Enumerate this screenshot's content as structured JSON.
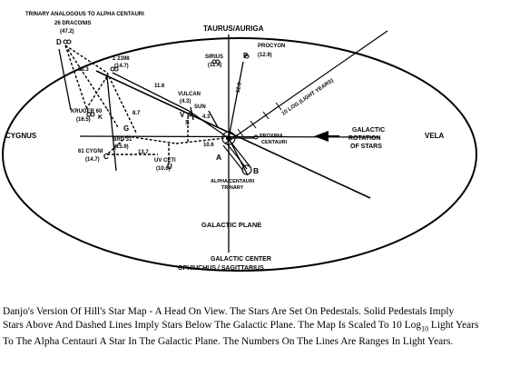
{
  "diagram": {
    "region_labels": {
      "cygnus": "CYGNUS",
      "vela": "VELA",
      "taurus_auriga": "TAURUS/AURIGA",
      "galactic_plane": "GALACTIC PLANE",
      "galactic_center": "GALACTIC CENTER",
      "ophiuchus": "OPHIUCHUS / SAGITTARIUS",
      "galactic_rotation": "GALACTIC ROTATION OF STARS",
      "log_scale": "10 LOG (LIGHT YEARS)",
      "trinary_analogous": "TRINARY ANALOGOUS TO ALPHA CENTAURI"
    },
    "stars": {
      "draconis": {
        "name": "26 DRACONIS",
        "dist": "(47.2)",
        "letter": "D"
      },
      "s2398": {
        "name": "Σ 2398",
        "dist": "(14.7)",
        "letter": "I"
      },
      "procyon": {
        "name": "PROCYON",
        "dist": "(12.9)",
        "letter": "P"
      },
      "sirius": {
        "name": "SIRIUS",
        "dist": "(11.4)"
      },
      "vulcan": {
        "name": "VULCAN",
        "dist": "(4.3)",
        "letter": "V"
      },
      "sun": {
        "name": "SUN",
        "letter": "S"
      },
      "kruger": {
        "name": "KRUGER 60",
        "dist": "(16.5)",
        "letter": "K"
      },
      "brd": {
        "name": "BRD 31",
        "dist": "(15.9)",
        "letter": "G"
      },
      "cygni": {
        "name": "61 CYGNI",
        "dist": "(14.7)",
        "letter": "C"
      },
      "uvceti": {
        "name": "UV CETI",
        "dist": "(10.6)",
        "letter": "U"
      },
      "proxima": {
        "name": "PROXIMA CENTAURI"
      },
      "alpha": {
        "letter": "A",
        "name": "ALPHA CENTAURI TRINARY"
      },
      "beta": {
        "letter": "B"
      }
    },
    "ranges": [
      "33.3",
      "11.6",
      "10.6",
      "4.3",
      "12.9",
      "8.7",
      "13.7"
    ]
  },
  "caption": {
    "line1": "Danjo's Version Of Hill's Star Map - A Head On View.  The Stars Are Set On Pedestals.  Solid Pedestals Imply",
    "line2": "Stars Above And Dashed Lines Imply Stars Below The Galactic Plane.  The Map Is Scaled To 10 Log",
    "log_sub": "10",
    "line2_end": " Light Years",
    "line3": "To The Alpha Centauri A Star In The Galactic Plane.  The Numbers On The Lines Are Ranges In Light Years."
  }
}
